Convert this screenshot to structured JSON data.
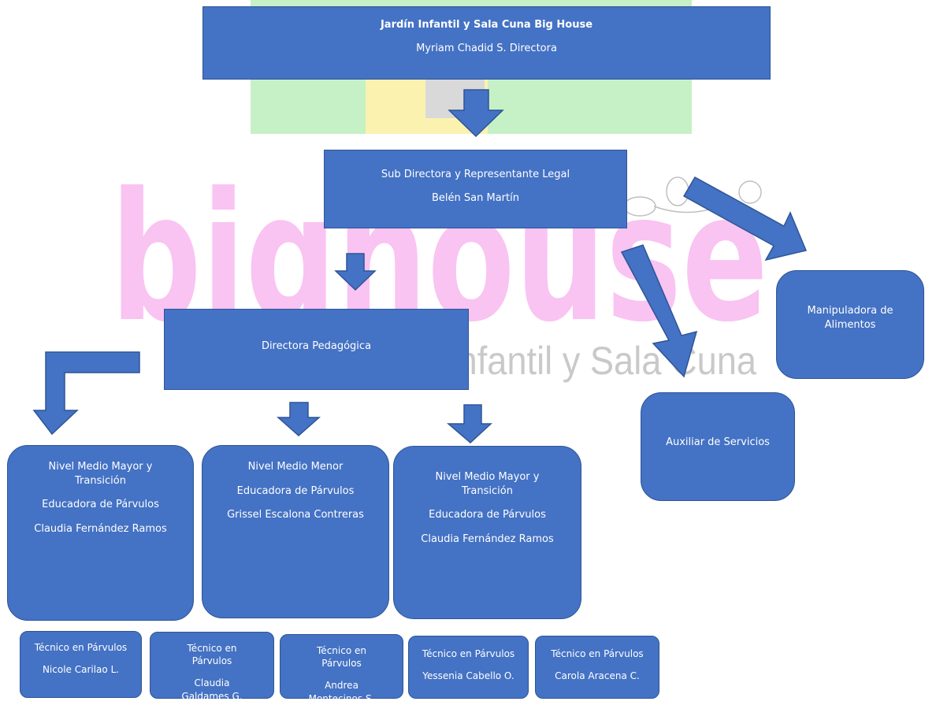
{
  "watermark": {
    "logo_text": "bighouse",
    "subtitle": "Infantil y Sala Cuna",
    "colors": {
      "logo": "#f9c3f2",
      "green": "#c6f1c6",
      "yellow": "#fbf2b0",
      "subtitle": "#c9c9c9"
    }
  },
  "director": {
    "title": "Jardín Infantil y Sala Cuna Big House",
    "name": "Myriam Chadid S. Directora"
  },
  "subdirector": {
    "title": "Sub Directora y Representante Legal",
    "name": "Belén San Martín"
  },
  "pedagogical": {
    "title": "Directora Pedagógica"
  },
  "food": {
    "title": "Manipuladora de Alimentos"
  },
  "services": {
    "title": "Auxiliar de Servicios"
  },
  "levels": [
    {
      "level": "Nivel Medio Mayor y Transición",
      "role": "Educadora de Párvulos",
      "name": "Claudia Fernández Ramos"
    },
    {
      "level": "Nivel Medio Menor",
      "role": "Educadora de Párvulos",
      "name": "Grissel Escalona Contreras"
    },
    {
      "level": "Nivel Medio Mayor y Transición",
      "role": "Educadora de Párvulos",
      "name": "Claudia Fernández Ramos"
    }
  ],
  "technicians": [
    {
      "role": "Técnico en Párvulos",
      "name": "Nicole Carilao L."
    },
    {
      "role": "Técnico en Párvulos",
      "name": "Claudia Galdames G."
    },
    {
      "role": "Técnico en Párvulos",
      "name": "Andrea Montecinos S."
    },
    {
      "role": "Técnico en Párvulos",
      "name": "Yessenia Cabello O."
    },
    {
      "role": "Técnico en Párvulos",
      "name": "Carola Aracena C."
    }
  ],
  "colors": {
    "box_fill": "#4472c4",
    "box_border": "#2f5597",
    "text": "#ffffff"
  }
}
